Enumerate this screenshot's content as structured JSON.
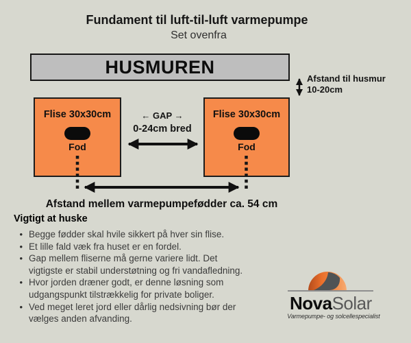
{
  "colors": {
    "background": "#d7d8cf",
    "tile": "#f68a4a",
    "wall": "#bebebe",
    "ink": "#161616"
  },
  "header": {
    "title": "Fundament til luft-til-luft varmepumpe",
    "subtitle": "Set ovenfra"
  },
  "diagram": {
    "wall_label": "HUSMUREN",
    "wall_distance_note": {
      "line1": "Afstand til husmur",
      "line2": "10-20cm"
    },
    "tiles": [
      {
        "label": "Flise 30x30cm",
        "foot_label": "Fod"
      },
      {
        "label": "Flise 30x30cm",
        "foot_label": "Fod"
      }
    ],
    "gap_note": {
      "line1": "← GAP →",
      "line2": "0-24cm bred"
    },
    "feet_distance_label": "Afstand mellem varmepumpefødder ca. 54 cm"
  },
  "notes": {
    "heading": "Vigtigt at huske",
    "items": [
      "Begge fødder skal hvile sikkert på hver sin flise.",
      "Et lille fald væk fra huset er en fordel.",
      "Gap mellem fliserne må gerne variere lidt. Det\nvigtigste er stabil understøtning og fri vandafledning.",
      "Hvor jorden dræner godt, er denne løsning som\nudgangspunkt tilstrækkelig for private boliger.",
      "Ved meget leret jord eller dårlig nedsivning bør der\nvælges anden afvanding."
    ]
  },
  "logo": {
    "name_bold": "Nova",
    "name_light": "Solar",
    "tagline": "Varmepumpe- og solcellespecialist"
  }
}
